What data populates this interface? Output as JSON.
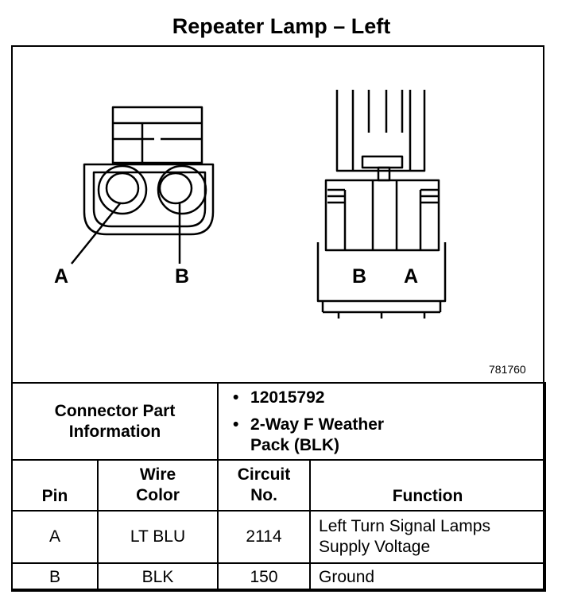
{
  "title": "Repeater Lamp – Left",
  "figure_number": "781760",
  "pin_labels": {
    "face_a": "A",
    "face_b": "B",
    "side_b": "B",
    "side_a": "A"
  },
  "connector_info": {
    "label": "Connector Part Information",
    "bullet": "•",
    "items": [
      "12015792",
      "2-Way F Weather Pack (BLK)"
    ]
  },
  "table": {
    "headers": {
      "pin": "Pin",
      "wire_color": "Wire Color",
      "circuit_no": "Circuit No.",
      "function": "Function"
    },
    "rows": [
      {
        "pin": "A",
        "wire_color": "LT BLU",
        "circuit_no": "2114",
        "function": "Left Turn Signal Lamps Supply Voltage"
      },
      {
        "pin": "B",
        "wire_color": "BLK",
        "circuit_no": "150",
        "function": "Ground"
      }
    ]
  }
}
